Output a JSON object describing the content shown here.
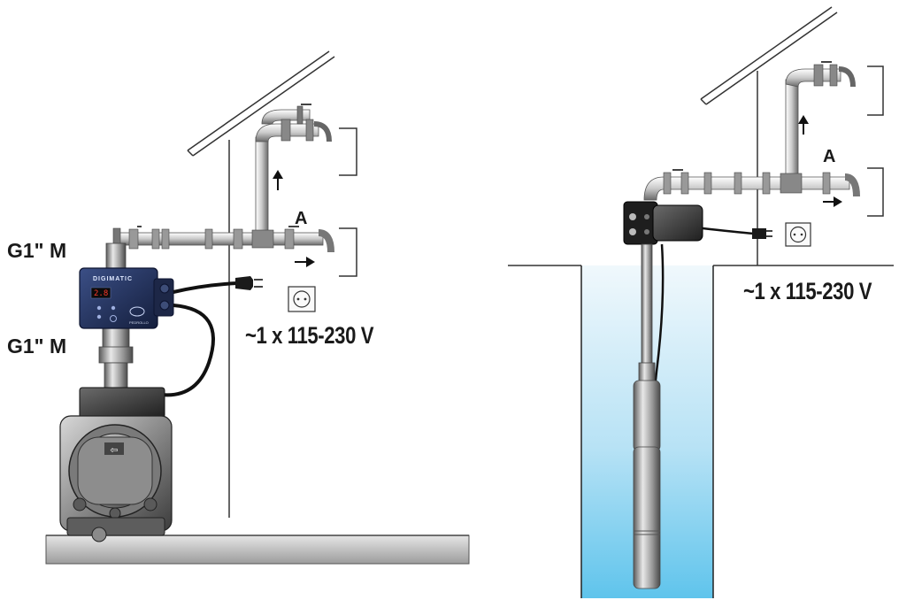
{
  "left_scene": {
    "outlet_thread_label": "G1\" M",
    "inlet_thread_label": "G1\" M",
    "voltage_label": "~1 x 115-230 V",
    "flow_marker": "A",
    "controller": {
      "brand": "DIGIMATIC",
      "display_value": "2.8",
      "maker_label": "PEDROLLO"
    }
  },
  "right_scene": {
    "voltage_label": "~1 x 115-230 V",
    "flow_marker": "A"
  },
  "colors": {
    "controller_body": "#23335f",
    "water_top": "#f0f8fc",
    "water_bottom": "#5fc4ec",
    "line": "#333333"
  },
  "icons": [
    "wall-socket-icon",
    "power-plug-icon",
    "flow-arrow-icon",
    "direction-arrow-icon"
  ]
}
